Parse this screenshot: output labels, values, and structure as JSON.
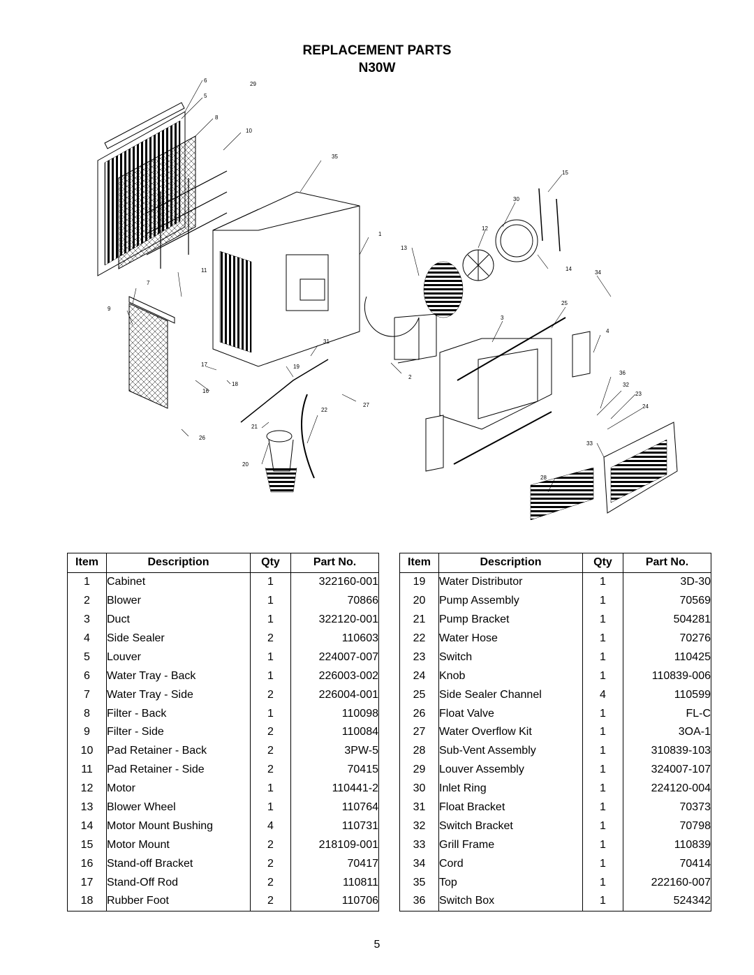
{
  "title": "REPLACEMENT PARTS",
  "model": "N30W",
  "table_headers": {
    "item": "Item",
    "description": "Description",
    "qty": "Qty",
    "part_no": "Part No."
  },
  "parts_left": [
    {
      "item": "1",
      "description": "Cabinet",
      "qty": "1",
      "part_no": "322160-001"
    },
    {
      "item": "2",
      "description": "Blower",
      "qty": "1",
      "part_no": "70866"
    },
    {
      "item": "3",
      "description": "Duct",
      "qty": "1",
      "part_no": "322120-001"
    },
    {
      "item": "4",
      "description": "Side Sealer",
      "qty": "2",
      "part_no": "110603"
    },
    {
      "item": "5",
      "description": "Louver",
      "qty": "1",
      "part_no": "224007-007"
    },
    {
      "item": "6",
      "description": "Water Tray - Back",
      "qty": "1",
      "part_no": "226003-002"
    },
    {
      "item": "7",
      "description": "Water Tray - Side",
      "qty": "2",
      "part_no": "226004-001"
    },
    {
      "item": "8",
      "description": "Filter - Back",
      "qty": "1",
      "part_no": "110098"
    },
    {
      "item": "9",
      "description": "Filter - Side",
      "qty": "2",
      "part_no": "110084"
    },
    {
      "item": "10",
      "description": "Pad Retainer - Back",
      "qty": "2",
      "part_no": "3PW-5"
    },
    {
      "item": "11",
      "description": "Pad Retainer - Side",
      "qty": "2",
      "part_no": "70415"
    },
    {
      "item": "12",
      "description": "Motor",
      "qty": "1",
      "part_no": "110441-2"
    },
    {
      "item": "13",
      "description": "Blower Wheel",
      "qty": "1",
      "part_no": "110764"
    },
    {
      "item": "14",
      "description": "Motor Mount Bushing",
      "qty": "4",
      "part_no": "110731"
    },
    {
      "item": "15",
      "description": "Motor Mount",
      "qty": "2",
      "part_no": "218109-001"
    },
    {
      "item": "16",
      "description": "Stand-off Bracket",
      "qty": "2",
      "part_no": "70417"
    },
    {
      "item": "17",
      "description": "Stand-Off Rod",
      "qty": "2",
      "part_no": "110811"
    },
    {
      "item": "18",
      "description": "Rubber Foot",
      "qty": "2",
      "part_no": "110706"
    }
  ],
  "parts_right": [
    {
      "item": "19",
      "description": "Water Distributor",
      "qty": "1",
      "part_no": "3D-30"
    },
    {
      "item": "20",
      "description": "Pump Assembly",
      "qty": "1",
      "part_no": "70569"
    },
    {
      "item": "21",
      "description": "Pump Bracket",
      "qty": "1",
      "part_no": "504281"
    },
    {
      "item": "22",
      "description": "Water Hose",
      "qty": "1",
      "part_no": "70276"
    },
    {
      "item": "23",
      "description": "Switch",
      "qty": "1",
      "part_no": "110425"
    },
    {
      "item": "24",
      "description": "Knob",
      "qty": "1",
      "part_no": "110839-006"
    },
    {
      "item": "25",
      "description": "Side Sealer Channel",
      "qty": "4",
      "part_no": "110599"
    },
    {
      "item": "26",
      "description": "Float Valve",
      "qty": "1",
      "part_no": "FL-C"
    },
    {
      "item": "27",
      "description": "Water Overflow Kit",
      "qty": "1",
      "part_no": "3OA-1"
    },
    {
      "item": "28",
      "description": "Sub-Vent Assembly",
      "qty": "1",
      "part_no": "310839-103"
    },
    {
      "item": "29",
      "description": "Louver Assembly",
      "qty": "1",
      "part_no": "324007-107"
    },
    {
      "item": "30",
      "description": "Inlet Ring",
      "qty": "1",
      "part_no": "224120-004"
    },
    {
      "item": "31",
      "description": "Float Bracket",
      "qty": "1",
      "part_no": "70373"
    },
    {
      "item": "32",
      "description": "Switch Bracket",
      "qty": "1",
      "part_no": "70798"
    },
    {
      "item": "33",
      "description": "Grill Frame",
      "qty": "1",
      "part_no": "110839"
    },
    {
      "item": "34",
      "description": "Cord",
      "qty": "1",
      "part_no": "70414"
    },
    {
      "item": "35",
      "description": "Top",
      "qty": "1",
      "part_no": "222160-007"
    },
    {
      "item": "36",
      "description": "Switch Box",
      "qty": "1",
      "part_no": "524342"
    }
  ],
  "diagram_callouts": [
    "6",
    "29",
    "5",
    "8",
    "10",
    "35",
    "15",
    "30",
    "12",
    "1",
    "13",
    "14",
    "34",
    "11",
    "7",
    "9",
    "25",
    "3",
    "4",
    "31",
    "17",
    "19",
    "18",
    "16",
    "2",
    "36",
    "32",
    "23",
    "24",
    "27",
    "22",
    "21",
    "26",
    "33",
    "20",
    "28"
  ],
  "page_number": "5"
}
